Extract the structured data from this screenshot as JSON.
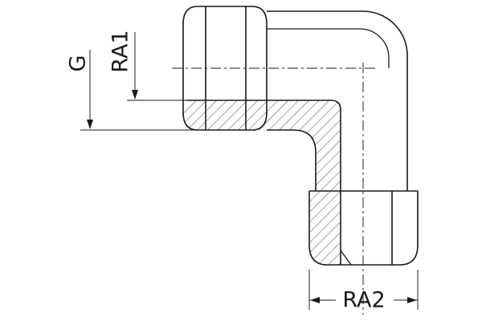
{
  "drawing": {
    "labels": {
      "g": "G",
      "ra1": "RA1",
      "ra2": "RA2"
    },
    "colors": {
      "line": "#1a1a1a",
      "background": "#ffffff"
    }
  }
}
